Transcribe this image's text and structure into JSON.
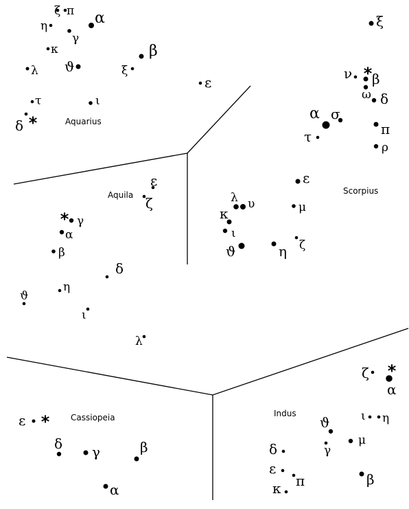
{
  "panels": [
    {
      "id": "aquarius",
      "name": "Aquarius",
      "stars": [
        {
          "label": "η"
        },
        {
          "label": "ζ"
        },
        {
          "label": "π"
        },
        {
          "label": "γ"
        },
        {
          "label": "α"
        },
        {
          "label": "κ"
        },
        {
          "label": "λ"
        },
        {
          "label": "ϑ"
        },
        {
          "label": "ξ"
        },
        {
          "label": "β"
        },
        {
          "label": "τ"
        },
        {
          "label": "ι"
        },
        {
          "label": "δ",
          "marked": true
        },
        {
          "label": "ε"
        }
      ]
    },
    {
      "id": "scorpius",
      "name": "Scorpius",
      "stars": [
        {
          "label": "ξ"
        },
        {
          "label": "ν"
        },
        {
          "label": "β",
          "marked": true
        },
        {
          "label": "ω"
        },
        {
          "label": "δ"
        },
        {
          "label": "α"
        },
        {
          "label": "σ"
        },
        {
          "label": "τ"
        },
        {
          "label": "π"
        },
        {
          "label": "ρ"
        },
        {
          "label": "ε"
        },
        {
          "label": "μ"
        },
        {
          "label": "λ"
        },
        {
          "label": "υ"
        },
        {
          "label": "κ"
        },
        {
          "label": "ι"
        },
        {
          "label": "ϑ"
        },
        {
          "label": "η"
        },
        {
          "label": "ζ"
        }
      ]
    },
    {
      "id": "aquila",
      "name": "Aquila",
      "stars": [
        {
          "label": "ε"
        },
        {
          "label": "ζ"
        },
        {
          "label": "γ",
          "marked": true
        },
        {
          "label": "α"
        },
        {
          "label": "β"
        },
        {
          "label": "δ"
        },
        {
          "label": "η"
        },
        {
          "label": "ϑ"
        },
        {
          "label": "ι"
        },
        {
          "label": "λ"
        }
      ]
    },
    {
      "id": "cassiopeia",
      "name": "Cassiopeia",
      "stars": [
        {
          "label": "ε",
          "marked": true
        },
        {
          "label": "δ"
        },
        {
          "label": "γ"
        },
        {
          "label": "β"
        },
        {
          "label": "α"
        }
      ]
    },
    {
      "id": "indus",
      "name": "Indus",
      "stars": [
        {
          "label": "ζ"
        },
        {
          "label": "α",
          "marked": true
        },
        {
          "label": "ϑ"
        },
        {
          "label": "ι"
        },
        {
          "label": "η"
        },
        {
          "label": "γ"
        },
        {
          "label": "μ"
        },
        {
          "label": "δ"
        },
        {
          "label": "ε"
        },
        {
          "label": "π"
        },
        {
          "label": "κ"
        },
        {
          "label": "β"
        }
      ]
    }
  ]
}
